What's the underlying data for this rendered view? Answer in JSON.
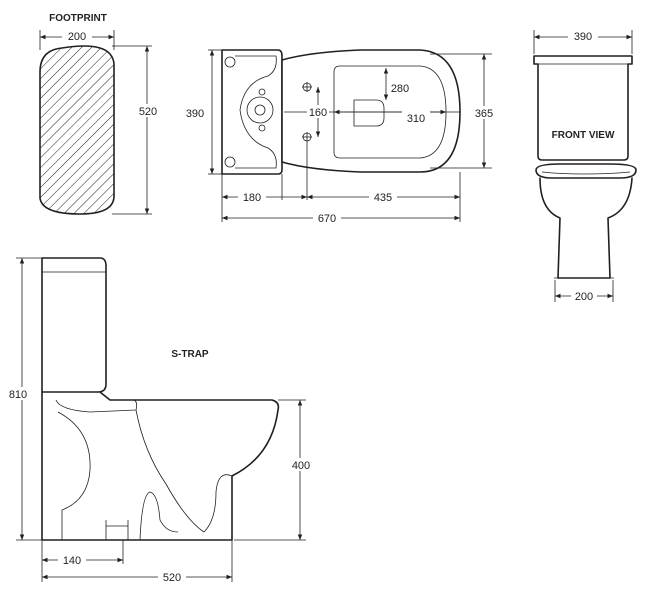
{
  "titles": {
    "footprint": "FOOTPRINT",
    "front_view": "FRONT VIEW",
    "s_trap": "S-TRAP"
  },
  "dimensions": {
    "footprint_width": "200",
    "footprint_depth": "520",
    "plan_cistern_depth": "390",
    "plan_hole_spacing": "160",
    "plan_seat_depth": "280",
    "plan_seat_width": "310",
    "plan_bowl_depth": "365",
    "plan_cistern_to_holes": "180",
    "plan_holes_to_front": "435",
    "plan_overall_length": "670",
    "front_cistern_width": "390",
    "front_base_width": "200",
    "side_overall_height": "810",
    "side_bowl_height": "400",
    "side_wall_to_outlet": "140",
    "side_base_length": "520"
  }
}
